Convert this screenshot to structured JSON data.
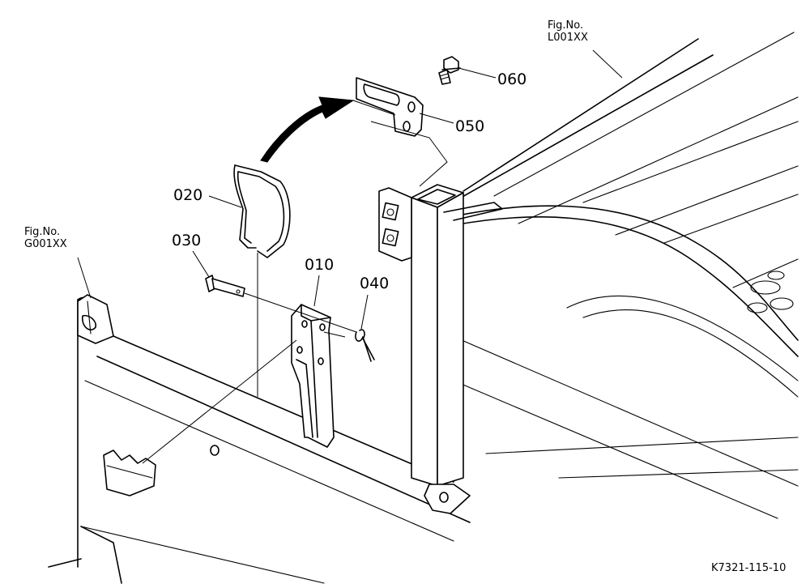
{
  "callouts": {
    "c010": "010",
    "c020": "020",
    "c030": "030",
    "c040": "040",
    "c050": "050",
    "c060": "060"
  },
  "refs": {
    "left_line1": "Fig.No.",
    "left_line2": "G001XX",
    "right_line1": "Fig.No.",
    "right_line2": "L001XX"
  },
  "drawing_code": "K7321-115-10"
}
